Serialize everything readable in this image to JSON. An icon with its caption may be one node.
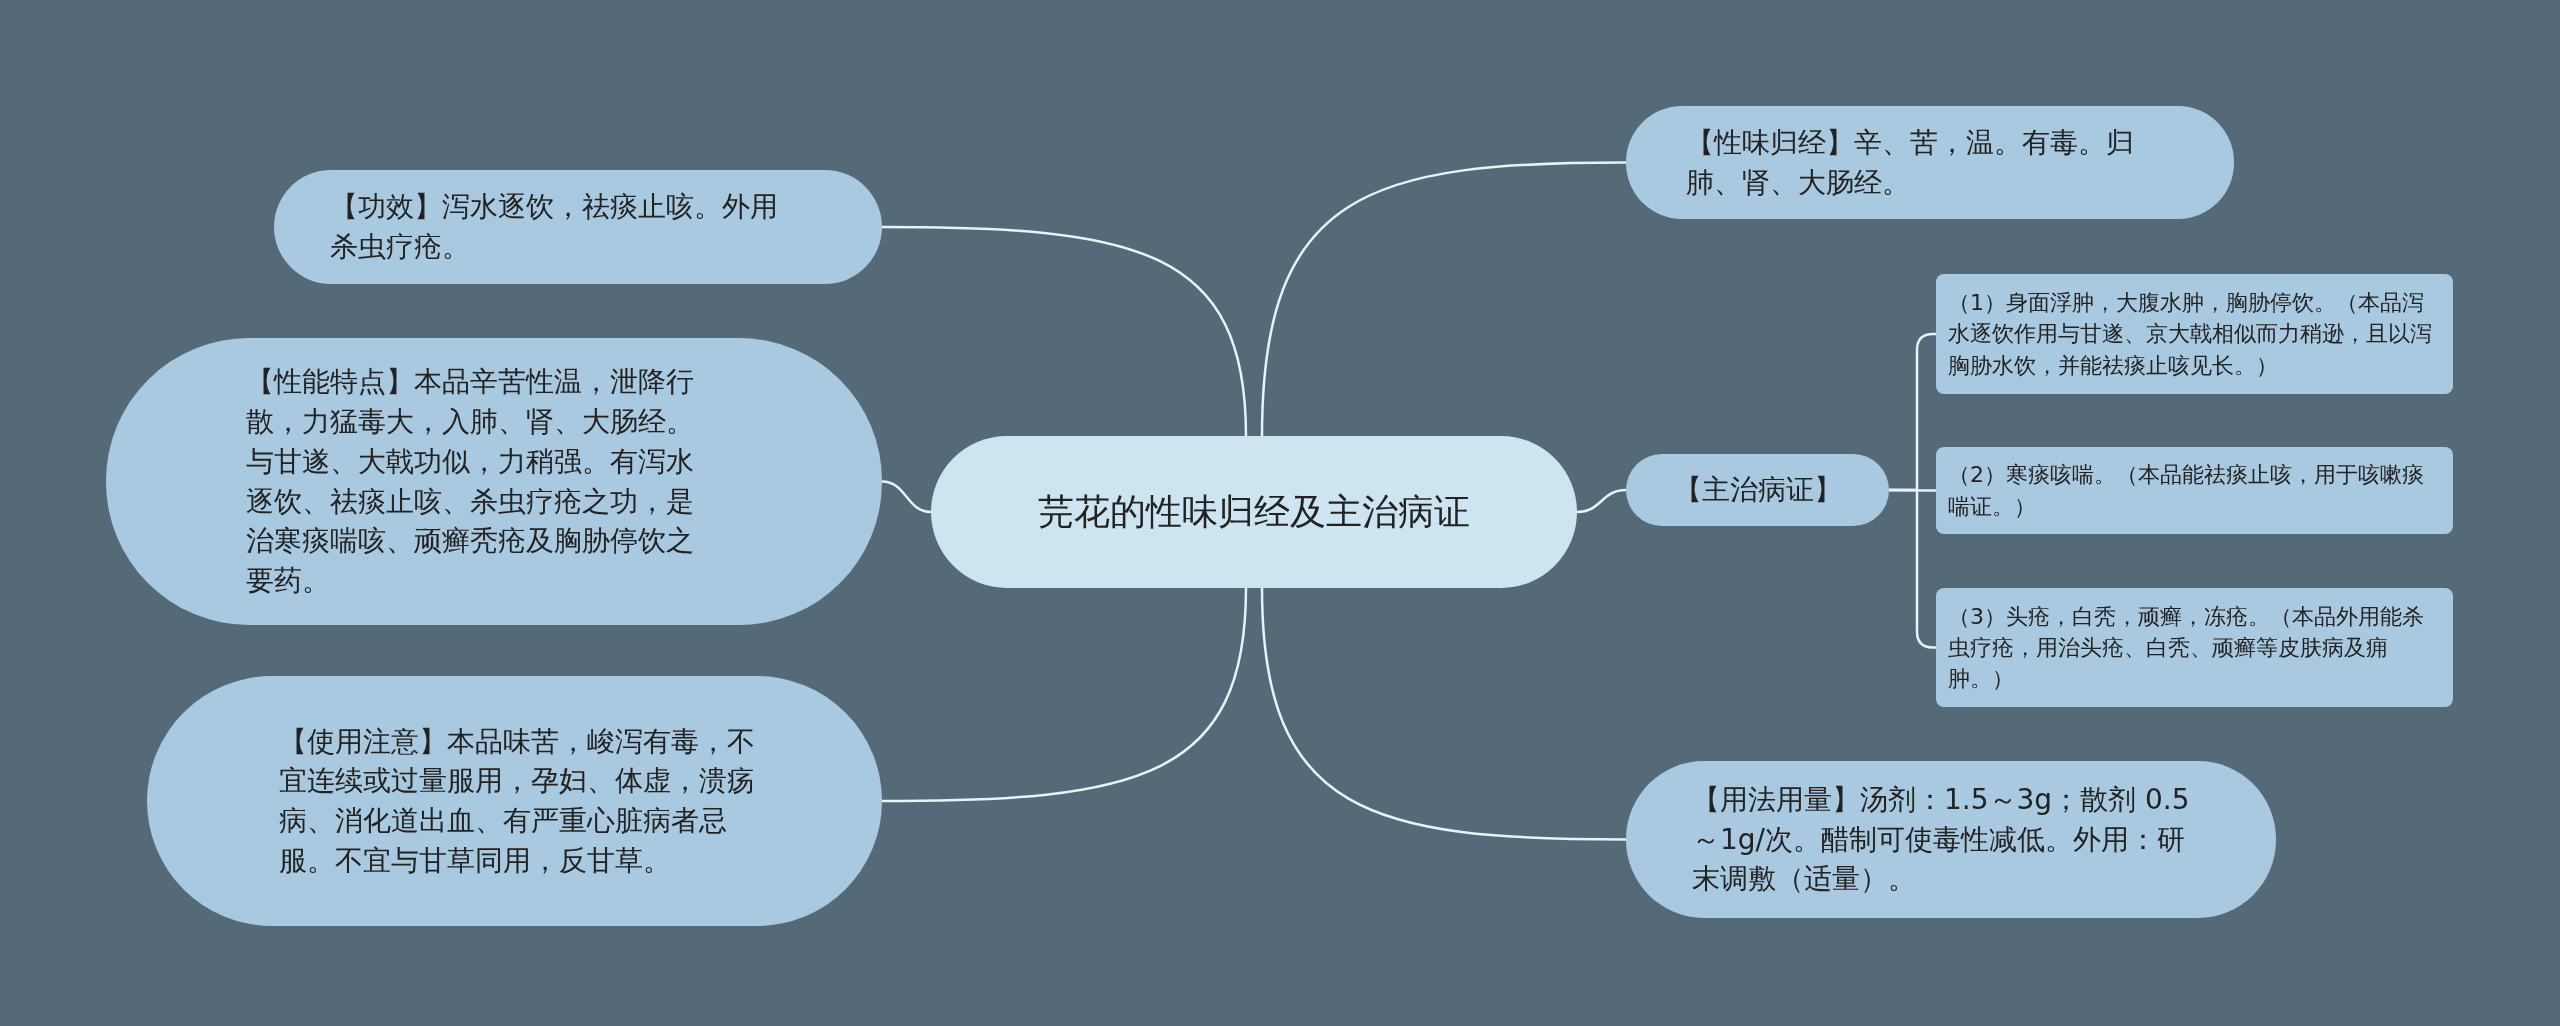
{
  "diagram": {
    "nodes": [
      {
        "text": [
          "芫花的性味归经及主治病证"
        ]
      },
      {
        "text": [
          "【功效】泻水逐饮，祛痰止咳。外用杀虫疗疮。"
        ]
      },
      {
        "text": [
          "【性能特点】本品辛苦性温，泄降行散，力猛毒大，入肺、肾、大肠经。与甘遂、大戟功似，力稍强。有泻水逐饮、祛痰止咳、杀虫疗疮之功，是治寒痰喘咳、顽癣秃疮及胸胁停饮之要药。"
        ]
      },
      {
        "text": [
          "【使用注意】本品味苦，峻泻有毒，不宜连续或过量服用，孕妇、体虚，溃疡病、消化道出血、有严重心脏病者忌服。不宜与甘草同用，反甘草。"
        ]
      },
      {
        "text": [
          "【性味归经】辛、苦，温。有毒。归肺、肾、大肠经。"
        ]
      },
      {
        "text": [
          "【主治病证】"
        ]
      },
      {
        "text": [
          "（1）身面浮肿，大腹水肿，胸胁停饮。（本品泻水逐饮作用与甘遂、京大戟相似而力稍逊，且以泻胸胁水饮，并能祛痰止咳见长。）"
        ]
      },
      {
        "text": [
          "（2）寒痰咳喘。（本品能祛痰止咳，用于咳嗽痰喘证。）"
        ]
      },
      {
        "text": [
          "（3）头疮，白秃，顽癣，冻疮。（本品外用能杀虫疗疮，用治头疮、白秃、顽癣等皮肤病及痈肿。）"
        ]
      },
      {
        "text": [
          "【用法用量】汤剂：1.5～3g；散剂 0.5～1g/次。醋制可使毒性减低。外用：研末调敷（适量）。"
        ]
      }
    ],
    "edges": [
      {
        "from": 0,
        "to": 1,
        "arrow": "none"
      },
      {
        "from": 0,
        "to": 2,
        "arrow": "none"
      },
      {
        "from": 0,
        "to": 3,
        "arrow": "none"
      },
      {
        "from": 0,
        "to": 4,
        "arrow": "none"
      },
      {
        "from": 0,
        "to": 5,
        "arrow": "none"
      },
      {
        "from": 5,
        "to": 6,
        "arrow": "none"
      },
      {
        "from": 5,
        "to": 7,
        "arrow": "none"
      },
      {
        "from": 5,
        "to": 8,
        "arrow": "none"
      },
      {
        "from": 0,
        "to": 9,
        "arrow": "none"
      }
    ]
  }
}
